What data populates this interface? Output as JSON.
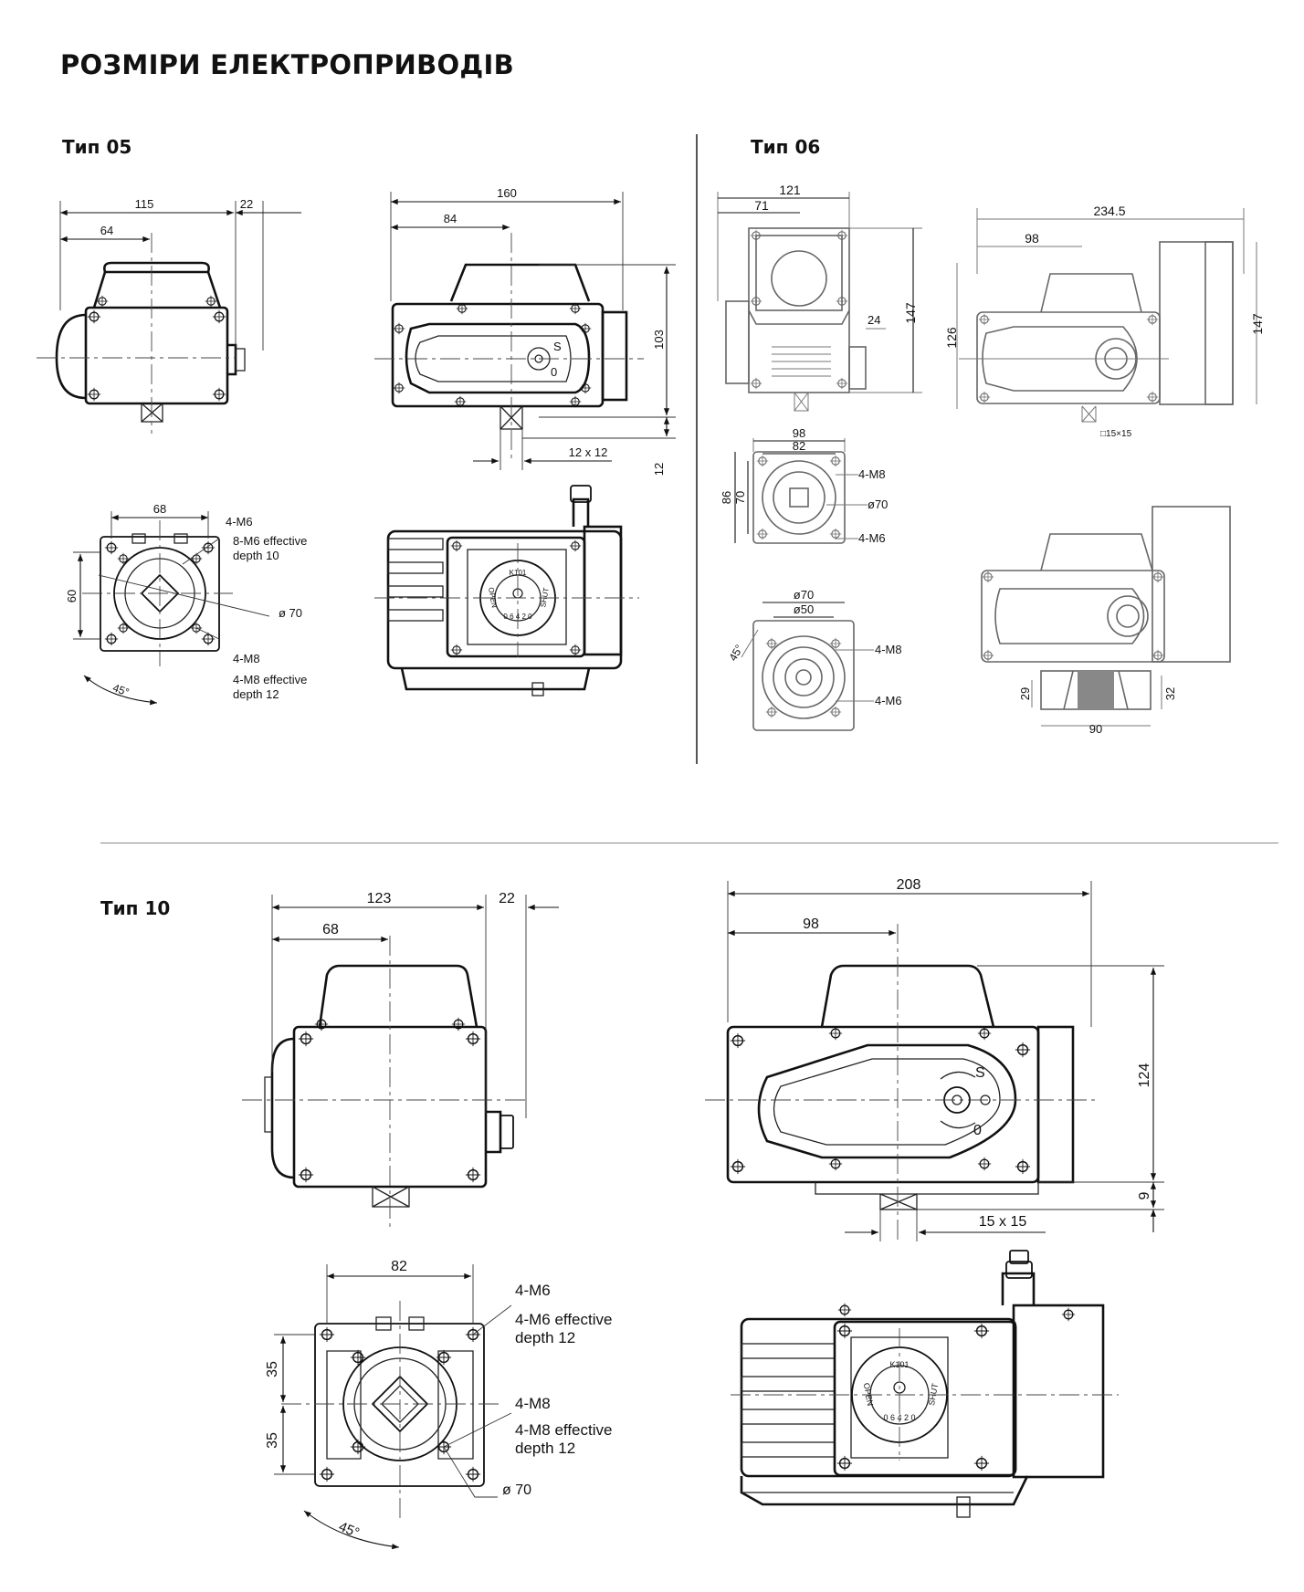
{
  "title": "РОЗМІРИ ЕЛЕКТРОПРИВОДІВ",
  "sections": {
    "t05": {
      "label": "Тип 05",
      "front": {
        "w": "115",
        "c": "64",
        "ext": "22"
      },
      "side": {
        "w": "160",
        "c": "84",
        "h": "103",
        "shaft": "12 x 12",
        "shaft_h": "12",
        "s": "S",
        "o": "0"
      },
      "flange": {
        "w": "68",
        "h": "60",
        "angle": "45°",
        "dia": "ø 70",
        "n1": "4-M6",
        "n2": "8-M6 effective",
        "n3": "depth 10",
        "n4": "4-M8",
        "n5": "4-M8 effective",
        "n6": "depth 12"
      },
      "dial": {
        "model": "K101",
        "open": "OPEN",
        "shut": "SHUT",
        "scale": "0 6 4 2 0"
      }
    },
    "t06": {
      "label": "Тип 06",
      "front": {
        "w": "121",
        "c": "71",
        "h": "147",
        "ext": "24"
      },
      "side": {
        "w": "234.5",
        "c": "98",
        "h1": "126",
        "h2": "147",
        "shaft": "□15×15"
      },
      "flange1": {
        "w1": "98",
        "w2": "82",
        "h1": "86",
        "h2": "70",
        "m8": "4-M8",
        "dia": "ø70",
        "m6": "4-M6"
      },
      "flange2": {
        "d1": "ø70",
        "d2": "ø50",
        "angle": "45°",
        "m8": "4-M8",
        "m6": "4-M6"
      },
      "base": {
        "w": "90",
        "h1": "29",
        "h2": "32"
      }
    },
    "t10": {
      "label": "Тип 10",
      "front": {
        "w": "123",
        "c": "68",
        "ext": "22"
      },
      "side": {
        "w": "208",
        "c": "98",
        "h": "124",
        "shaft": "15 x 15",
        "shaft_h": "9",
        "s": "S",
        "o": "0"
      },
      "flange": {
        "w": "82",
        "h1": "35",
        "h2": "35",
        "angle": "45°",
        "dia": "ø 70",
        "n1": "4-M6",
        "n2": "4-M6 effective",
        "n3": "depth 12",
        "n4": "4-M8",
        "n5": "4-M8 effective",
        "n6": "depth 12"
      },
      "dial": {
        "model": "K101",
        "open": "OPEN",
        "shut": "SHUT",
        "scale": "0 6 4 2 0"
      }
    }
  }
}
